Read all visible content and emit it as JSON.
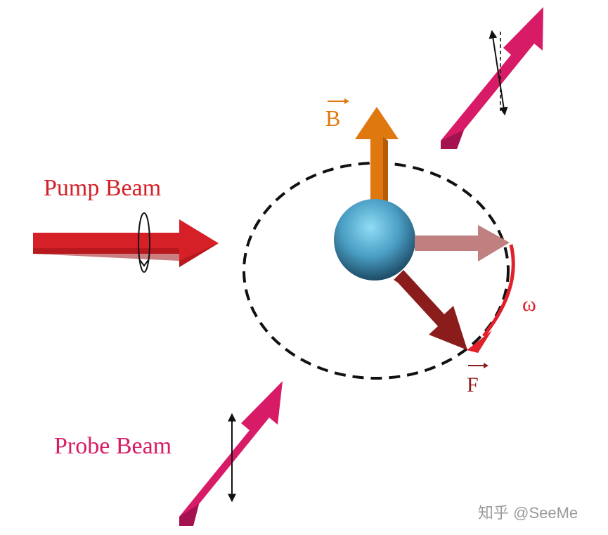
{
  "labels": {
    "pump_beam": "Pump Beam",
    "probe_beam": "Probe Beam",
    "b_vector": "B",
    "f_vector": "F",
    "omega": "ω",
    "watermark": "知乎 @SeeMe"
  },
  "colors": {
    "pump": "#d42026",
    "pump_label": "#d42026",
    "probe": "#d81b66",
    "probe_label": "#d81b66",
    "b_arrow": "#e07810",
    "b_label": "#e07810",
    "atom": "#4a9ec4",
    "f_initial": "#c08080",
    "f_rotated": "#8b1c1c",
    "f_label": "#8b1c1c",
    "omega_arrow": "#e0202a",
    "omega_label": "#e0202a",
    "orbit": "#111111",
    "watermark": "#9a9a9a"
  }
}
